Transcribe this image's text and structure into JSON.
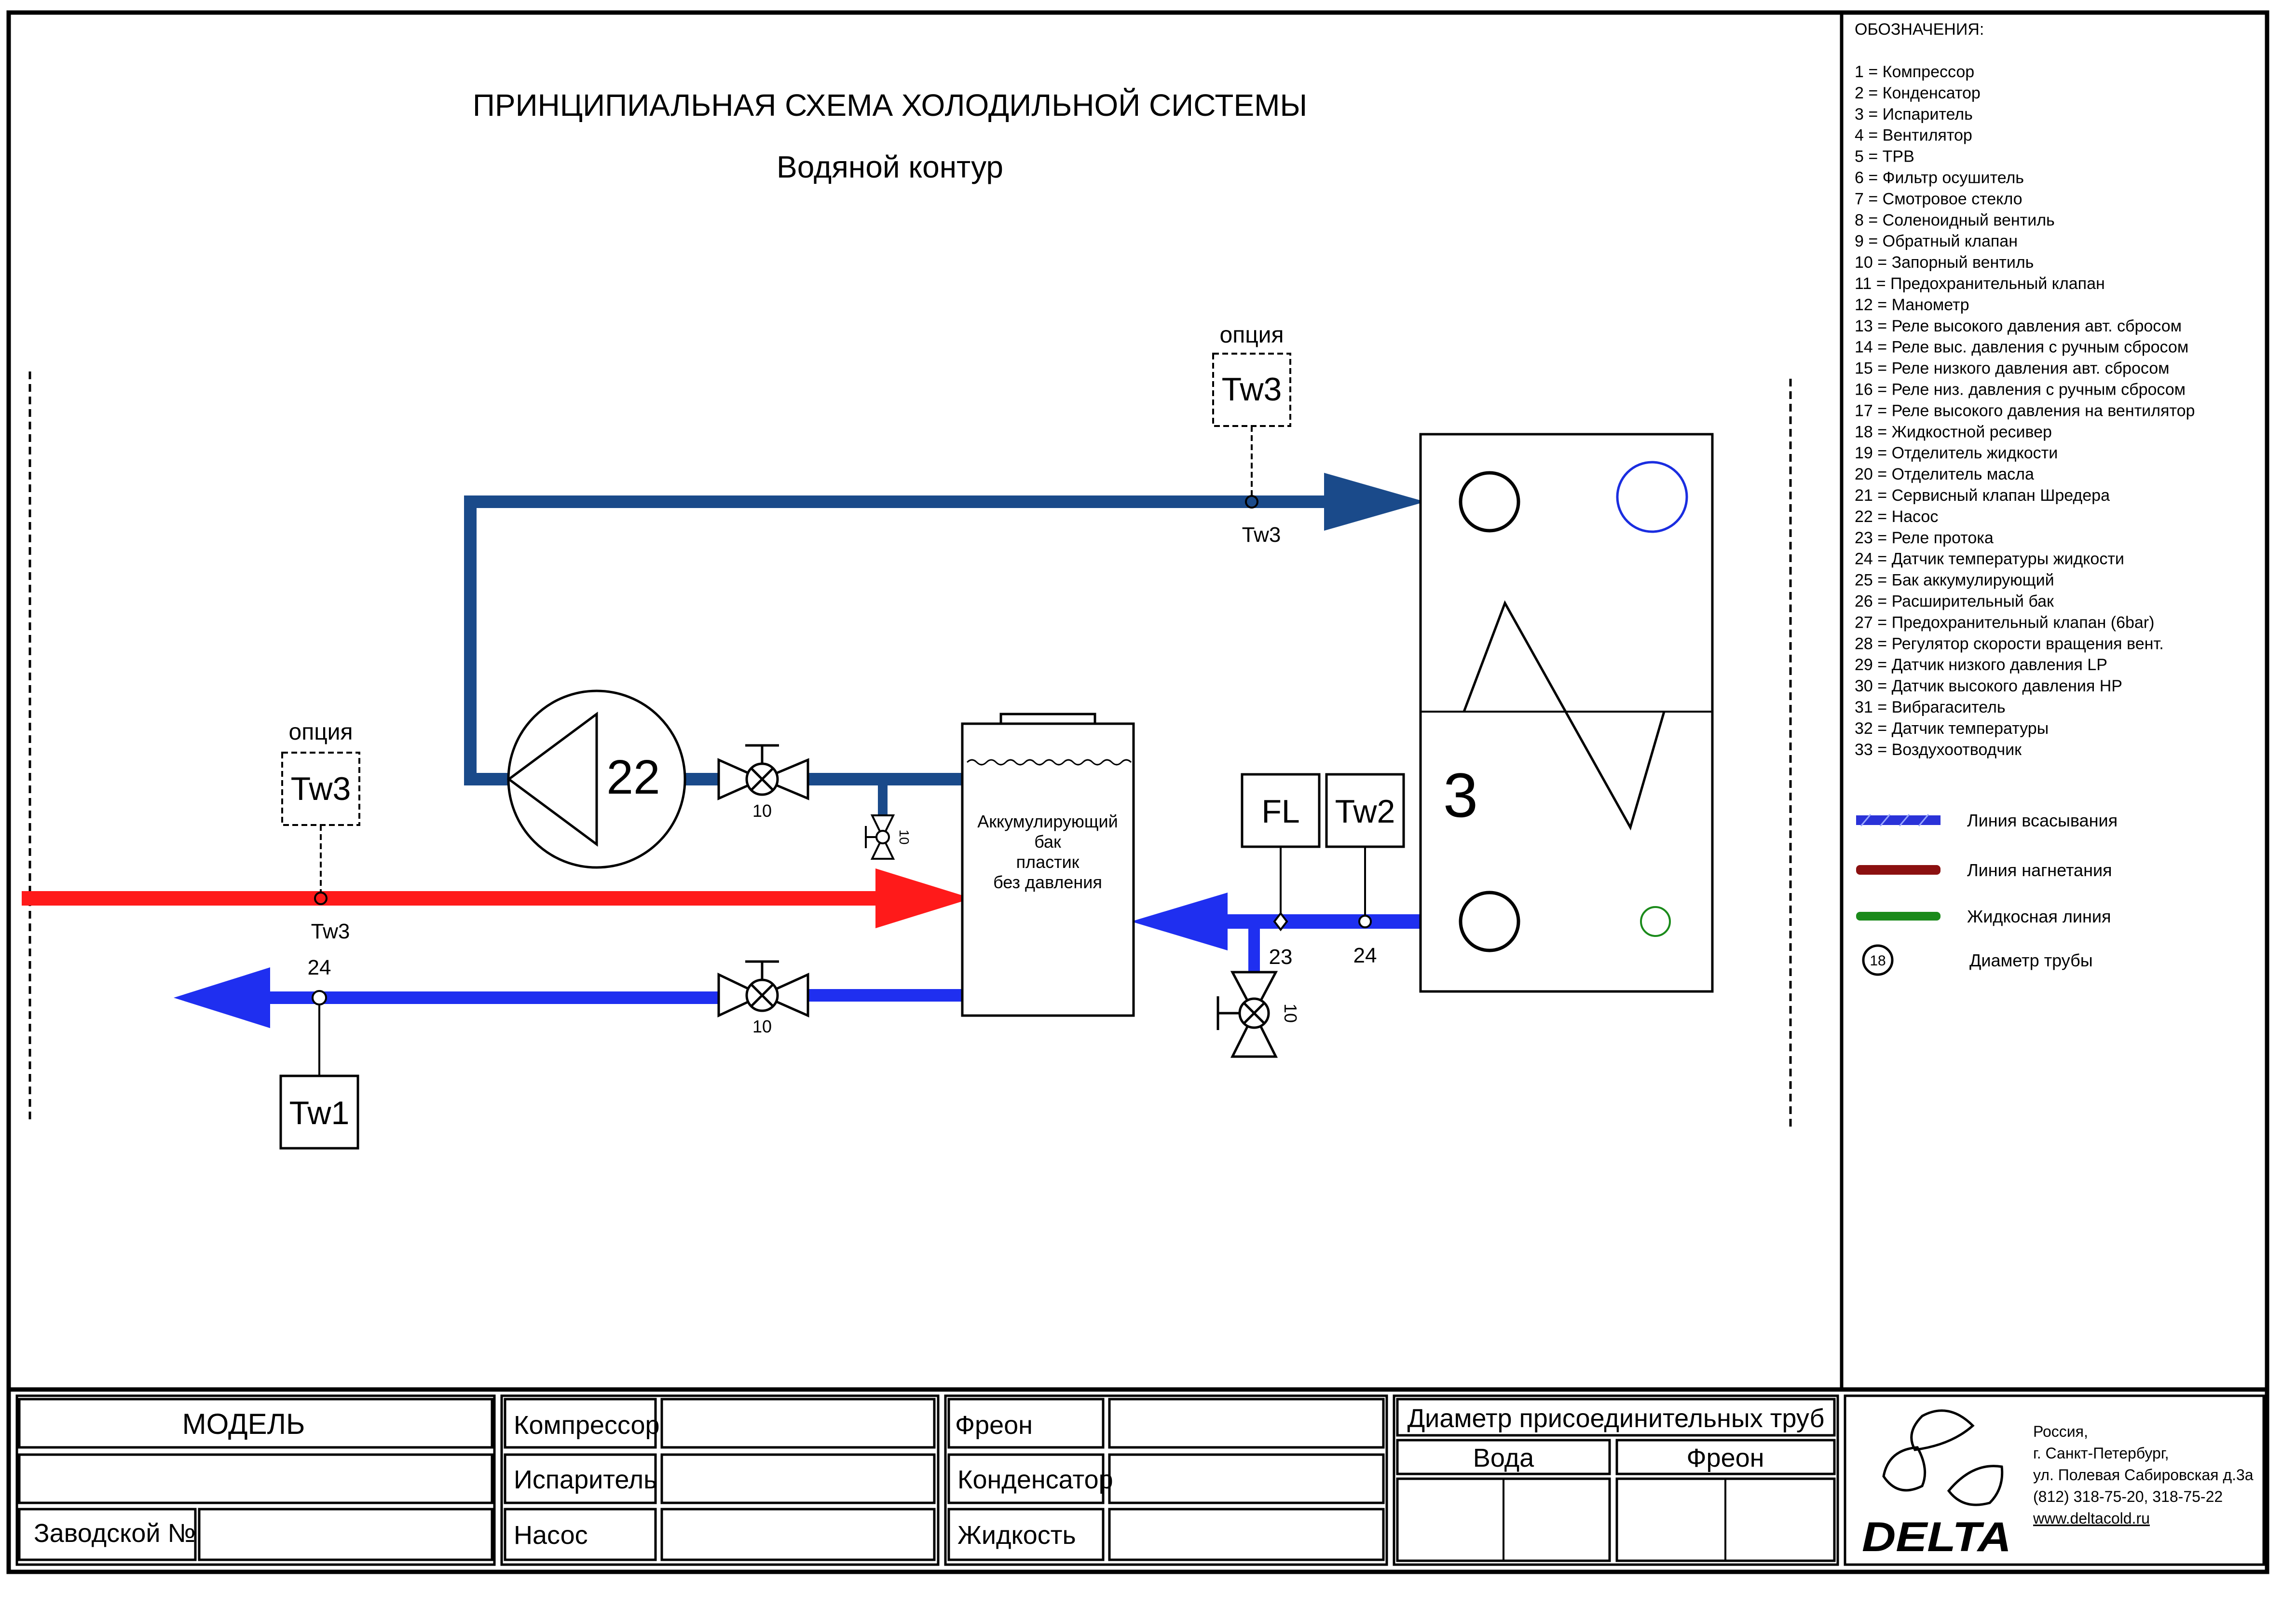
{
  "title": "ПРИНЦИПИАЛЬНАЯ СХЕМА ХОЛОДИЛЬНОЙ СИСТЕМЫ",
  "subtitle": "Водяной контур",
  "colors": {
    "suction": "#1a4a8a",
    "discharge": "#ff1a1a",
    "return": "#1f2ff0",
    "legend_suction": "#2a32d8",
    "legend_discharge": "#8b1010",
    "legend_liquid": "#1a8a1a"
  },
  "legend": {
    "heading": "ОБОЗНАЧЕНИЯ:",
    "items": [
      "1 = Компрессор",
      "2 = Конденсатор",
      "3 = Испаритель",
      "4 = Вентилятор",
      "5 = ТРВ",
      "6 = Фильтр осушитель",
      "7 = Смотровое стекло",
      "8 = Соленоидный вентиль",
      "9 = Обратный клапан",
      "10 = Запорный вентиль",
      "11 = Предохранительный клапан",
      "12 = Манометр",
      "13 = Реле высокого давления авт. сбросом",
      "14 = Реле выс. давления с ручным сбросом",
      "15 = Реле низкого давления авт. сбросом",
      "16 = Реле низ. давления с ручным сбросом",
      "17 = Реле высокого давления на вентилятор",
      "18 = Жидкостной ресивер",
      "19 = Отделитель жидкости",
      "20 = Отделитель масла",
      "21 = Сервисный клапан Шредера",
      "22 = Насос",
      "23 = Реле протока",
      "24 = Датчик температуры жидкости",
      "25 = Бак аккумулирующий",
      "26 = Расширительный бак",
      "27 = Предохранительный клапан (6bar)",
      "28 = Регулятор скорости вращения вент.",
      "29 = Датчик низкого давления LP",
      "30 = Датчик высокого давления HP",
      "31 = Вибрагаситель",
      "32 = Датчик температуры",
      "33 = Воздухоотводчик"
    ],
    "lines": {
      "suction": "Линия всасывания",
      "discharge": "Линия нагнетания",
      "liquid": "Жидкосная линия",
      "diameter": "Диаметр трубы",
      "diameter_symbol": "18"
    }
  },
  "diagram": {
    "option_top": "опция",
    "option_left": "опция",
    "tw3_box_top": "Tw3",
    "tw3_box_left": "Tw3",
    "tw3_label_top": "Tw3",
    "tw3_label_left": "Tw3",
    "tw1_box": "Tw1",
    "tw2_box": "Tw2",
    "fl_box": "FL",
    "pump_number": "22",
    "evaporator_number": "3",
    "valve_label": "10",
    "sensor_24_left": "24",
    "sensor_24_right": "24",
    "flow_switch_23": "23",
    "tank": [
      "Аккумулирующий",
      "бак",
      "пластик",
      "без давления"
    ]
  },
  "title_block": {
    "model": "МОДЕЛЬ",
    "serial": "Заводской №",
    "compressor": "Компрессор",
    "evaporator": "Испаритель",
    "pump": "Насос",
    "freon": "Фреон",
    "condenser": "Конденсатор",
    "liquid": "Жидкость",
    "pipe_diameter": "Диаметр присоединительных труб",
    "water": "Вода",
    "freon_col": "Фреон"
  },
  "company": {
    "logo_text": "DELTA",
    "country": "Россия,",
    "city": "г. Санкт-Петербург,",
    "street": "ул. Полевая Сабировская д.3а",
    "phone": "(812) 318-75-20, 318-75-22",
    "website": "www.deltacold.ru"
  }
}
